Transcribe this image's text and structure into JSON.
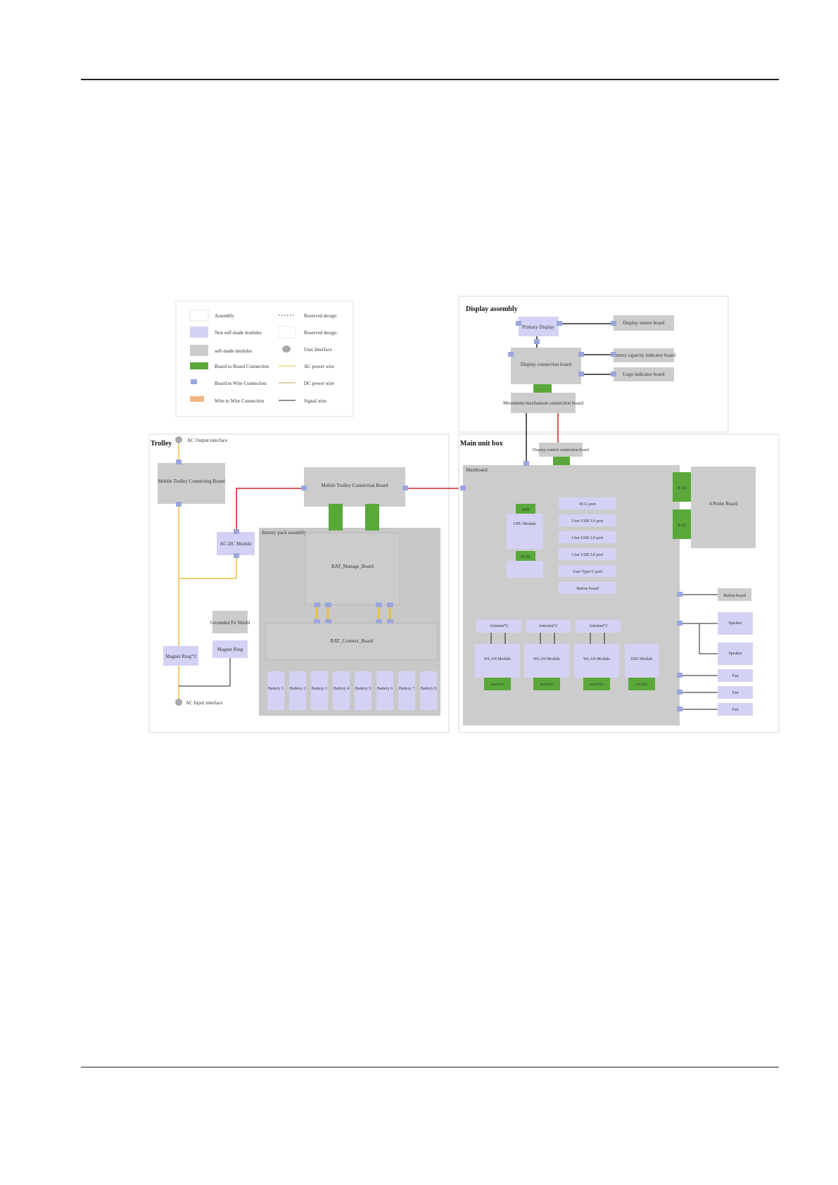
{
  "legend": [
    {
      "label": "Assembly",
      "swatch": "#ffffff"
    },
    {
      "label": "Non self-made modules",
      "swatch": "#d4d2f4"
    },
    {
      "label": "self-made modules",
      "swatch": "#cccccc"
    },
    {
      "label": "Board to Board Connection",
      "swatch": "#5aa83a"
    },
    {
      "label": "Board to Wire Connection",
      "swatch": "#9aa6dd"
    },
    {
      "label": "Wire to Wire Connection",
      "swatch": "#f0b585"
    },
    {
      "label": "Reserved design",
      "line": "#666666"
    },
    {
      "label": "Reserved design",
      "swatch": "#ffffff"
    },
    {
      "label": "User Interface",
      "swatch": "#a9a9a9"
    },
    {
      "label": "AC power wire",
      "line": "#e8c040"
    },
    {
      "label": "DC power wire",
      "line": "#b8a040"
    },
    {
      "label": "Signal wire",
      "line": "#222222"
    }
  ],
  "groups": {
    "display": "Display assembly",
    "trolley": "Trolley",
    "main_unit": "Main unit box"
  },
  "trolley": {
    "ac_output": "AC Output interface",
    "ac_input": "AC Input interface",
    "connecting_board": "Mobile Trolley Connecting Board",
    "acdc_module": "AC-DC Module",
    "grounded_shield": "Grounded Fe Shield",
    "magnet_ring": "Magnet Ring",
    "magnet_ring_2": "Magnet Ring*2",
    "battery_pack": "Battery pack assembly",
    "bat_manage": "BAT_Manage_Board",
    "bat_connect": "BAT_Connect_Board",
    "batteries": [
      "Battery 1",
      "Battery 2",
      "Battery 3",
      "Battery 4",
      "Battery 5",
      "Battery 6",
      "Battery 7",
      "Battery 8"
    ]
  },
  "display": {
    "primary_display": "Primary Display",
    "display_sensor": "Display sensor board",
    "display_conn": "Display connection board",
    "battery_indicator": "Battery capacity indicator board",
    "logo_indicator": "Logo indicator board",
    "movement_board": "Movement mechanism connection board"
  },
  "main": {
    "mainboard": "Mainboard",
    "interface_board": "Display control connection board",
    "connector_board": "Mobile Trolley Connection Board",
    "probe_board": "4 Probe Board",
    "button_board": "Button board",
    "gpu_module": "GPU Module",
    "ssd_label": "SSD",
    "pcie_label": "PCIE",
    "ports": [
      "ECG port",
      "User USB 3.0 port",
      "User USB 3.0 port",
      "User USB 3.0 port",
      "User Type-C port",
      "Button board"
    ],
    "antennas": [
      "Antenna*2",
      "Antenna*2",
      "Antenna*2"
    ],
    "wlan": [
      "WLAN Module",
      "WLAN Module",
      "WLAN Module"
    ],
    "ssd_module": "SSD Module",
    "bottom_connectors": [
      "miniPCIe",
      "miniPCIe",
      "miniPCIe",
      "mSATA"
    ],
    "speakers": [
      "Speaker",
      "Speaker"
    ],
    "fans": [
      "Fan",
      "Fan",
      "Fan"
    ],
    "b32": [
      "B-32",
      "B-32"
    ]
  }
}
